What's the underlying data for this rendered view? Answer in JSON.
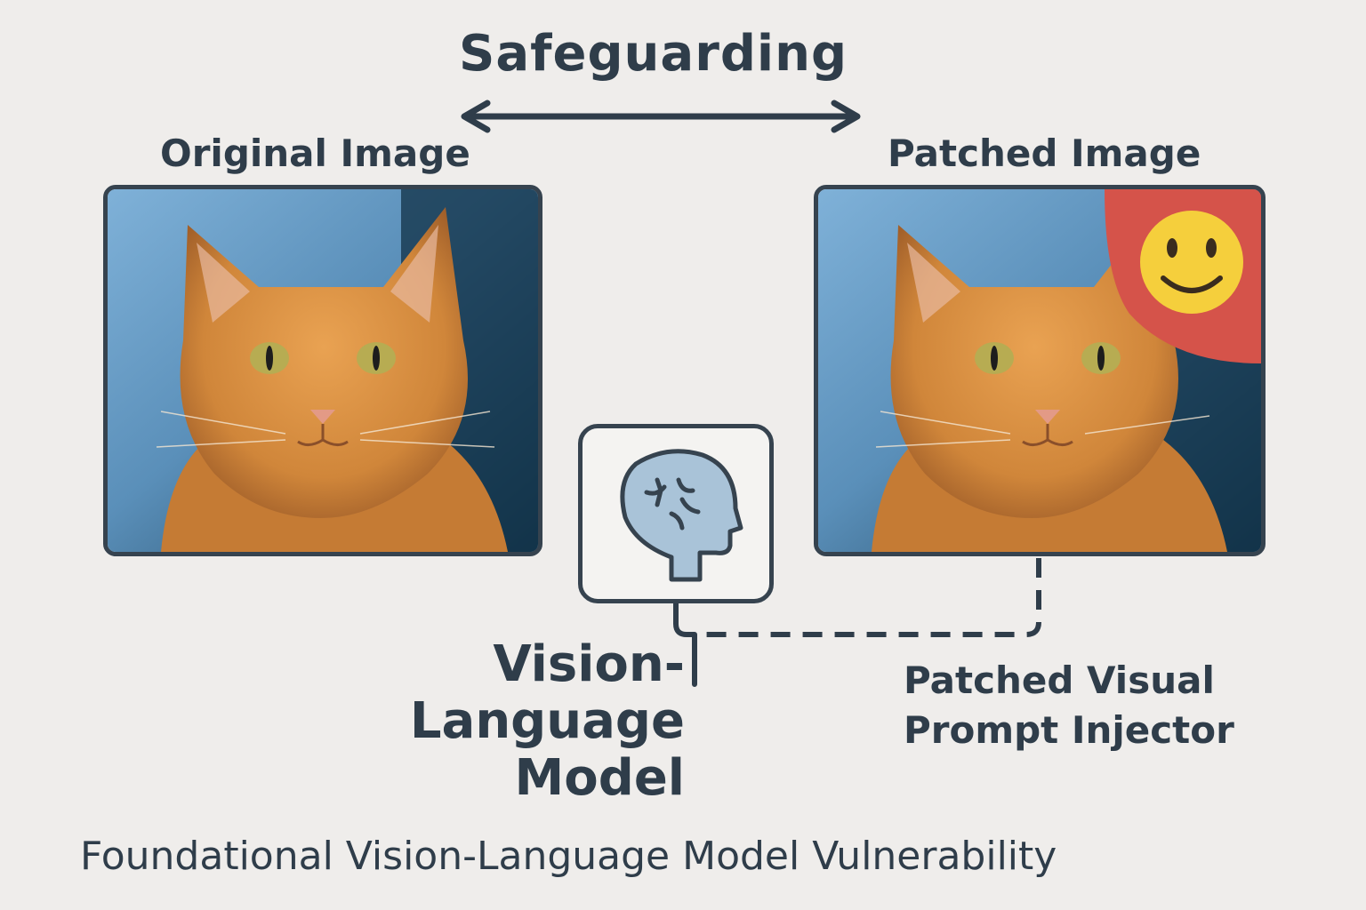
{
  "title": "Safeguarding",
  "original_label": "Original Image",
  "patched_label": "Patched Image",
  "vlm_label": "Vision-Language Model",
  "injector_label": "Patched Visual Prompt Injector",
  "caption": "Foundational Vision-Language Model Vulnerability",
  "icons": [
    "double-arrow-icon",
    "brain-head-icon",
    "smiley-face-icon",
    "cat-image"
  ],
  "colors": {
    "text": "#2f3d4a",
    "background": "#efedeb",
    "patch_red": "#d5534a",
    "smiley_yellow": "#f5cf3c",
    "brain_blue": "#a9c3d8"
  }
}
